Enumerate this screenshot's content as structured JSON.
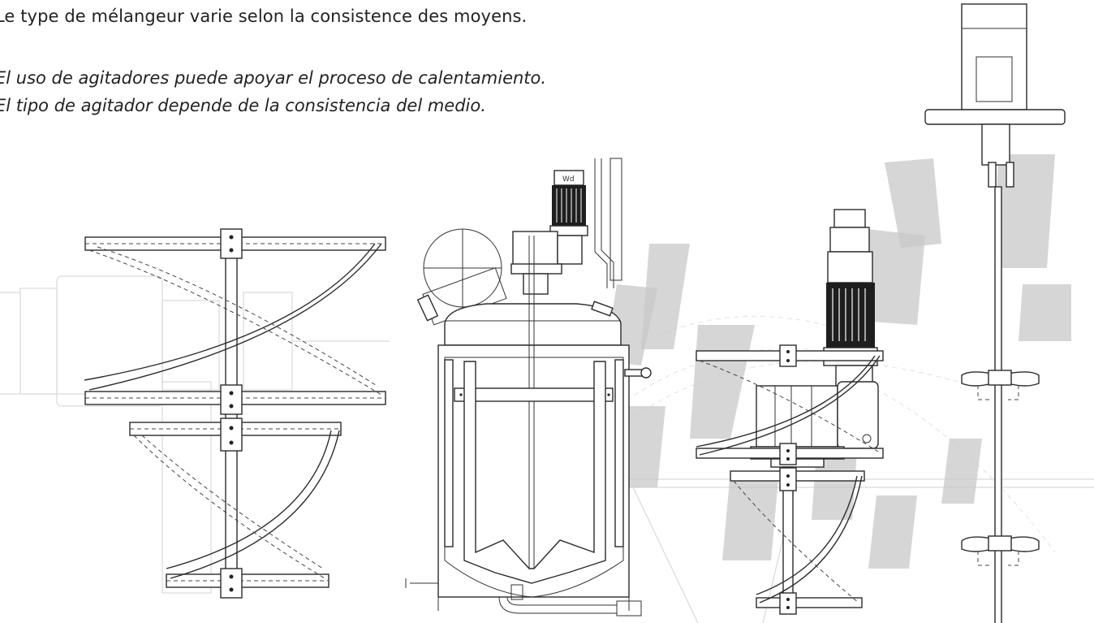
{
  "captions": {
    "fr": "Le type de mélangeur varie selon la consistence des moyens.",
    "es_line1": "El uso de agitadores puede apoyar el proceso de calentamiento.",
    "es_line2": "El tipo de agitador depende de la consistencia del medio."
  },
  "motor_label": "Wd"
}
